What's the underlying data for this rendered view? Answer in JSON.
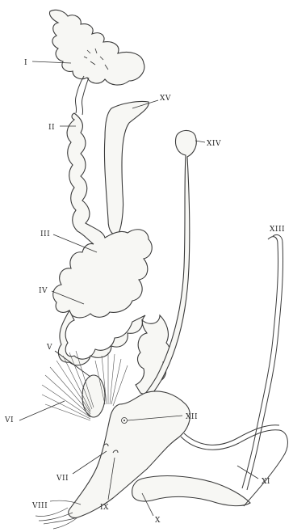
{
  "figure": {
    "labels": {
      "I": "I",
      "II": "II",
      "III": "III",
      "IV": "IV",
      "V": "V",
      "VI": "VI",
      "VII": "VII",
      "VIII": "VIII",
      "IX": "IX",
      "X": "X",
      "XI": "XI",
      "XII": "XII",
      "XIII": "XIII",
      "XIV": "XIV",
      "XV": "XV"
    }
  }
}
